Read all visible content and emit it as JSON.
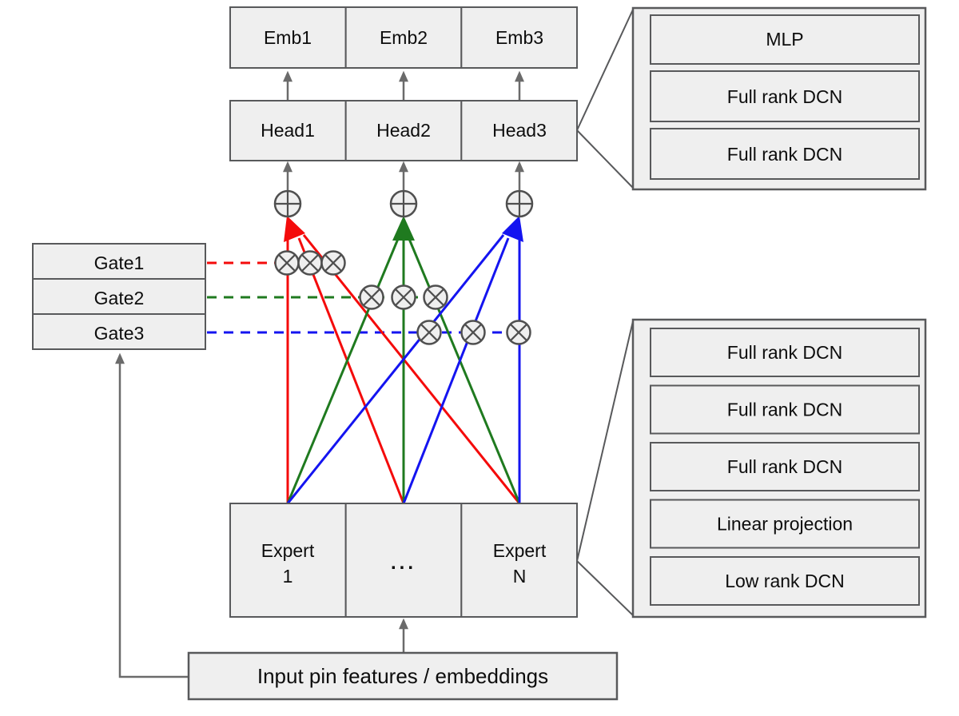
{
  "diagram": {
    "title_hint": "Multi-task mixture-of-experts architecture",
    "emb_row": {
      "cells": [
        "Emb1",
        "Emb2",
        "Emb3"
      ]
    },
    "head_row": {
      "cells": [
        "Head1",
        "Head2",
        "Head3"
      ]
    },
    "gates": {
      "cells": [
        "Gate1",
        "Gate2",
        "Gate3"
      ]
    },
    "experts": {
      "cells": [
        {
          "line1": "Expert",
          "line2": "1"
        },
        {
          "dots": "..."
        },
        {
          "line1": "Expert",
          "line2": "N"
        }
      ]
    },
    "head_detail": {
      "items": [
        "MLP",
        "Full rank DCN",
        "Full rank DCN"
      ]
    },
    "expert_detail": {
      "items": [
        "Full rank DCN",
        "Full rank DCN",
        "Full rank DCN",
        "Linear projection",
        "Low rank DCN"
      ]
    },
    "input": {
      "label": "Input pin features / embeddings"
    },
    "icons": {
      "sum_node": "circled-plus",
      "gate_weight_node": "circled-times",
      "arrows": "up-arrow"
    },
    "colors": {
      "task1_red": "#f40b0b",
      "task2_green": "#1f7a1f",
      "task3_blue": "#1414f0",
      "box_fill": "#efefef",
      "box_border": "#58595b",
      "arrow_gray": "#6b6b6b",
      "node_border": "#4f4f4f",
      "text_color": "#0d0d0d"
    }
  }
}
